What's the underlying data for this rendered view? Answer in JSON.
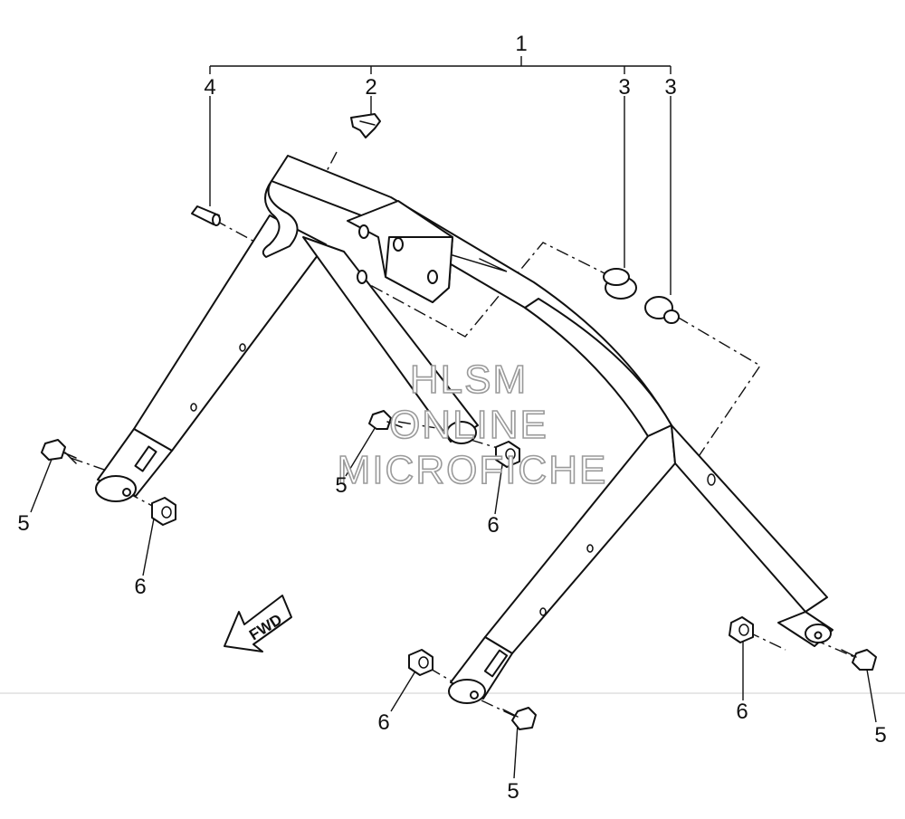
{
  "callouts": {
    "c1": "1",
    "c2": "2",
    "c3a": "3",
    "c3b": "3",
    "c4": "4",
    "c5a": "5",
    "c5b": "5",
    "c5c": "5",
    "c5d": "5",
    "c6a": "6",
    "c6b": "6",
    "c6c": "6",
    "c6d": "6"
  },
  "fwd_label": "FWD",
  "watermark": {
    "line1": "HLSM",
    "line2": "ONLINE",
    "line3": "MICROFICHE"
  }
}
